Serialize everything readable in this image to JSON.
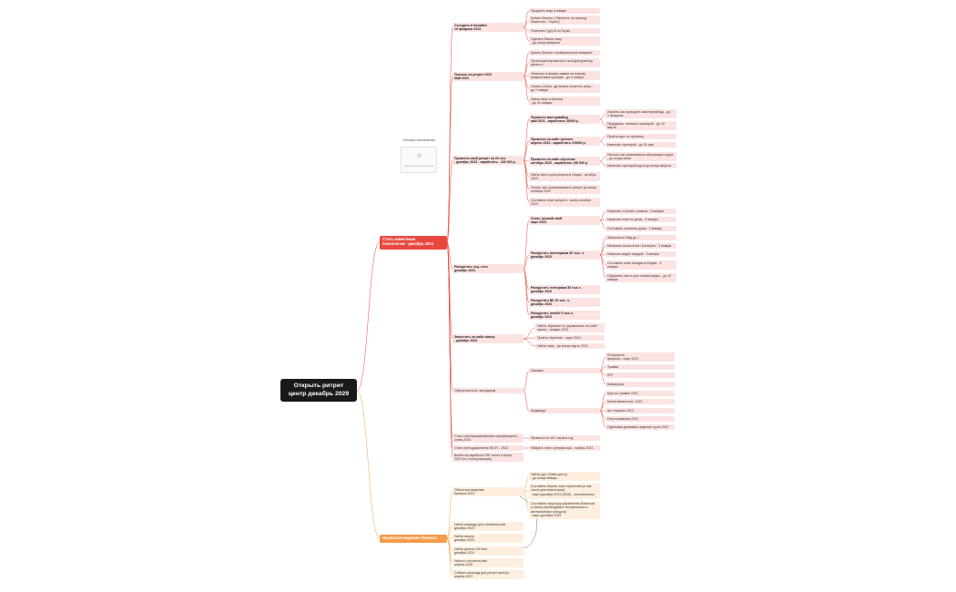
{
  "colors": {
    "red_branch": "#e8473f",
    "orange_branch": "#f39c4a",
    "red_node": "#fbe3e1",
    "orange_node": "#fdeedd",
    "root": "#1a1a1a"
  },
  "root": {
    "label": "Открыть ритрит\nцентр декабрь 2029"
  },
  "main_a": {
    "label": "Стать известным\nпсихологом - декабрь 2024"
  },
  "main_b": {
    "label": "Научиться ведению бизнеса"
  },
  "note": {
    "title": "Условия обновления",
    "icon": "image-icon",
    "caption": "нажмите, чтобы настроить"
  },
  "a": {
    "bali": {
      "label": "Съездить в Балийск\n19 февраля 2023",
      "items": [
        "Продлить визу в январе",
        "Купить билеты ( Перелете на границу\nКазахстан - Пхукет)",
        "Поменять Гуру М по Пхуке",
        "Сделать бизнес визу\n- до конца февраля"
      ]
    },
    "retreat": {
      "label": "Поехать на ретрит 2023\nМай 2023",
      "items": [
        "Купить билеты с возвратностью возврата",
        "Проконсультироваться к консуратуранату, узнать о\nвозврате кредитов до 5 января",
        "Написать в форму заявки на покупку\nвозвратными сроками - до 5 января",
        "Узнать у Ильи, где можно оплатить визы -\nдо 2 января",
        "Найти кипы в Бангкок\n- до 31 января"
      ]
    },
    "own_retreat": {
      "label": "Провести свой ритрит на 20 чел.\n- декабрь 2023 - заработать - 300 000 р.",
      "groups": [
        {
          "label": "Провести мастермайнд\nмай 2023 - заработать 30000 р.",
          "items": [
            "Изучить как проводить мастермайнды - до\n1 февраля",
            "Придумать, написать сценарий - до 10\nмарта"
          ]
        },
        {
          "label": "Провести он-лайн тренинг\nапрель 2023 - заработать 100000 р.",
          "items": [
            "Пройти курс по тренингу",
            "Написать сценарий - до 31 мая"
          ]
        },
        {
          "label": "Провести он-лайн обучение\nоктябрь 2023 - заработать 150 000 р.",
          "items": [
            "Изучить как организовать обучающего курса\n- до конца июля",
            "Написать сценарий курса до конца августа"
          ]
        }
      ],
      "items": [
        "Найти место для ритрита в Индии - октябрь\n2023",
        "Узнать, как организовывать ритрит до конца\nоктября 2023",
        "Составить план ритрита - конец октября\n2023"
      ]
    },
    "social": {
      "label": "Раскрутить соц. сети\nдекабрь 2023",
      "groups": [
        {
          "label": "Снять лучший свой\nмарт 2023",
          "items": [
            "Написать и начать снимать - 6 января",
            "Написать план по дням - 4 января",
            "Составить описание дома - 3 января"
          ]
        },
        {
          "label": "Раскрутить инстаграмм 30 тыс. ч.\nдекабрь 2023",
          "items": [
            "Записаться Гайд до 7",
            "Нанимать ассистента / блогеров - 3 января",
            "Написать видео каждый - 3 января",
            "Составить план поездки в Индию - 3\nянваря",
            "Оформить место для съемки видео - до 10\nянваря"
          ]
        }
      ],
      "items": [
        "Раскрутить телеграмм 50 тыс.ч.\nдекабрь 2023",
        "Раскрутить ВК 10 тыс. ч.\nдекабрь 2023",
        "Раскрутить ютюбе 5 тыс.ч.\nдекабрь 2023"
      ]
    },
    "school": {
      "label": "Запустить он-лайн школу\n- декабрь 2024",
      "items": [
        "Найти обучение по управлению он-лайн\nшколы - январь 2024",
        "Пройти обучение - март 2024",
        "Найти тиму - до конца марта 2024"
      ]
    },
    "methods": {
      "label": "Обучиться псих. методикам",
      "groups": [
        {
          "label": "Нажимы",
          "items": [
            "Ритрискнов\nфевраль - март 2023",
            "Травма",
            "КПТ",
            "Коммерсик"
          ]
        },
        {
          "label": "Индивида",
          "items": [
            "Курс по травме 2023",
            "Когнитивная псих. 2023",
            "Арт терапия 2023",
            "Психосоматика 2023",
            "Групповая динамика, ведение групп 2023"
          ]
        }
      ]
    },
    "cert": {
      "label": "Стать сертифицированным супервизором -\nконец 2024",
      "item": "Провести не 100 часов в год"
    },
    "mint": {
      "label": "Стать преподавателем МБЭТ - 2024",
      "item": "Набрать стать супервизора - ноябрь 2023"
    },
    "income": {
      "label": "Выйти на заработок 250 тысяч в конце\n2023 (по 3 консультации)"
    }
  },
  "b": {
    "biz": {
      "label": "Обучиться ведению\nбизнеса 2023",
      "items": [
        "Найти курс (Тайм центр)\n- до конца января",
        "Составить бизнес план стратегию (в том\nчисле для инвесторов)\n- март-декабрь 2023 (2025) - окончательно",
        "Составить структуру управления бизнесом\nи  схему (необходимых человеческих и\nматериальных ресурса)\n- март-декабрь 2023"
      ]
    },
    "items": [
      "Найти команду для строительства\nдекабрь 2023",
      "Найти землю\nдекабрь 2023",
      "Найти деньги 100 млн\nдекабрь 2024",
      "Начать строительство\nапрель 2026",
      "Собрать команду для ритрит центра\nапрель 2027"
    ]
  }
}
